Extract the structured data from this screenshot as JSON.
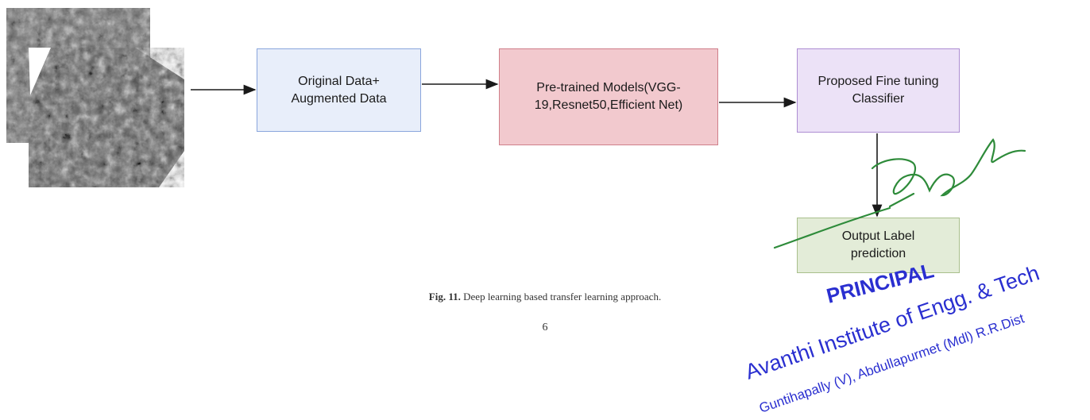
{
  "diagram": {
    "nodes": {
      "original_data": "Original Data+\nAugmented Data",
      "pretrained_models": "Pre-trained Models(VGG-\n19,Resnet50,Efficient Net)",
      "fine_tuning": "Proposed Fine tuning\nClassifier",
      "output": "Output Label\nprediction"
    },
    "edges": [
      {
        "from": "input_image",
        "to": "original_data"
      },
      {
        "from": "original_data",
        "to": "pretrained_models"
      },
      {
        "from": "pretrained_models",
        "to": "fine_tuning"
      },
      {
        "from": "fine_tuning",
        "to": "output"
      }
    ],
    "colors": {
      "original_data": "#e8eefa",
      "pretrained_models": "#f2c9ce",
      "fine_tuning": "#ece2f7",
      "output": "#e3ecd8"
    }
  },
  "caption": {
    "label": "Fig. 11.",
    "text": "Deep learning based transfer learning approach."
  },
  "page_number": "6",
  "stamp": {
    "line1": "PRINCIPAL",
    "line2": "Avanthi Institute of Engg. & Tech",
    "line3": "Guntihapally (V), Abdullapurmet (Mdl) R.R.Dist",
    "color": "#2a2fd0"
  },
  "signature_color": "#2e8b3a"
}
